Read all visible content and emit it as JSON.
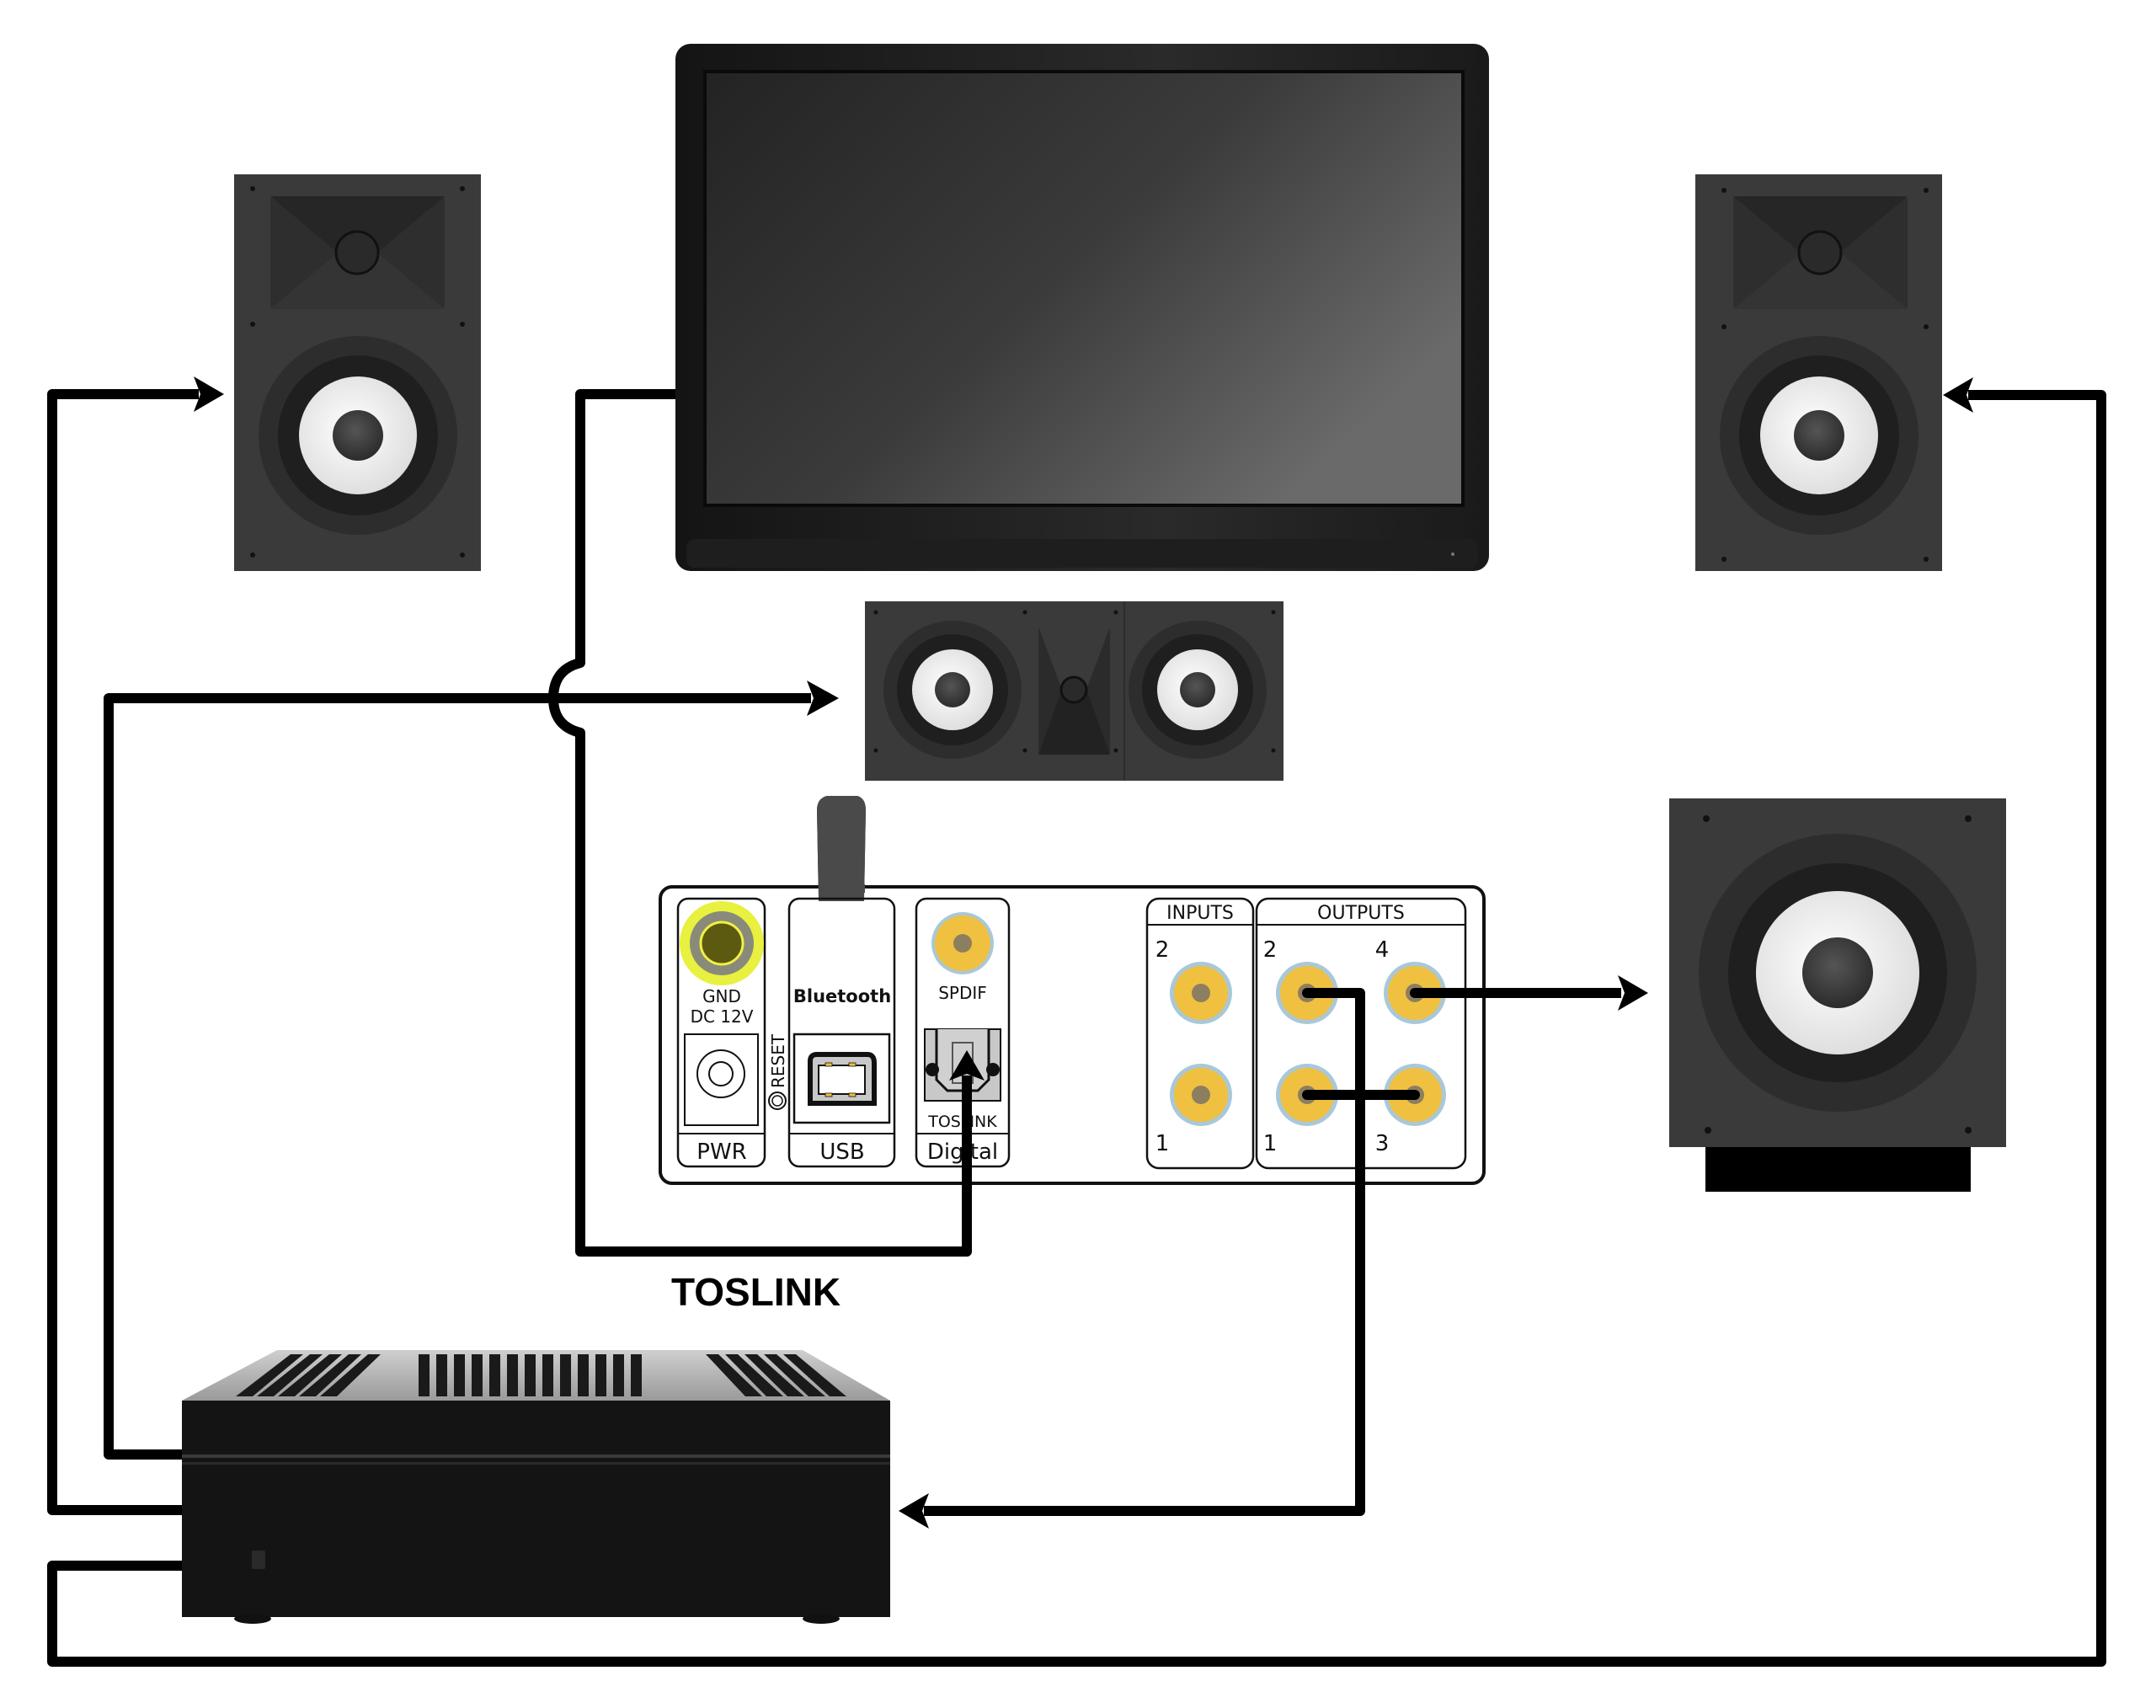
{
  "title": "Home theater wiring diagram with DAC/DSP board",
  "devices": {
    "tv": {
      "name": "Television"
    },
    "speaker_front_left": {
      "name": "Front left speaker"
    },
    "speaker_front_right": {
      "name": "Front right speaker"
    },
    "speaker_center": {
      "name": "Center speaker"
    },
    "subwoofer": {
      "name": "Subwoofer"
    },
    "amplifier": {
      "name": "Multi-channel power amplifier"
    },
    "dac_board": {
      "name": "DSP / DAC board",
      "sections": {
        "pwr": {
          "label": "PWR",
          "gnd": "GND",
          "voltage": "DC 12V"
        },
        "reset": {
          "label": "RESET"
        },
        "usb": {
          "label": "USB",
          "bluetooth": "Bluetooth"
        },
        "digital": {
          "label": "Digital",
          "spdif": "SPDIF",
          "toslink": "TOSLINK"
        },
        "inputs": {
          "label": "INPUTS",
          "ports": [
            "2",
            "1"
          ]
        },
        "outputs": {
          "label": "OUTPUTS",
          "ports": [
            "2",
            "4",
            "1",
            "3"
          ]
        }
      }
    }
  },
  "annotations": {
    "toslink_cable": "TOSLINK"
  },
  "connections": [
    {
      "from": "amplifier",
      "to": "speaker_front_left"
    },
    {
      "from": "amplifier",
      "to": "speaker_center"
    },
    {
      "from": "amplifier",
      "to": "speaker_front_right"
    },
    {
      "from": "tv",
      "to": "dac_board.digital.toslink",
      "type": "TOSLINK"
    },
    {
      "from": "dac_board.outputs.2",
      "to": "amplifier"
    },
    {
      "from": "dac_board.outputs.4",
      "to": "subwoofer"
    },
    {
      "from": "dac_board.outputs.1",
      "to": "dac_board.outputs.3",
      "type": "jumper"
    }
  ],
  "colors": {
    "wire": "#000000",
    "rca_gold": "#f0c040",
    "rca_ring": "#a9c8d8",
    "rca_pin": "#8c7f60",
    "gnd_yellow": "#e8f040",
    "gnd_core": "#5c5a10",
    "speaker_body": "#3a3a3a",
    "cone_white": "#f0f0f0"
  }
}
